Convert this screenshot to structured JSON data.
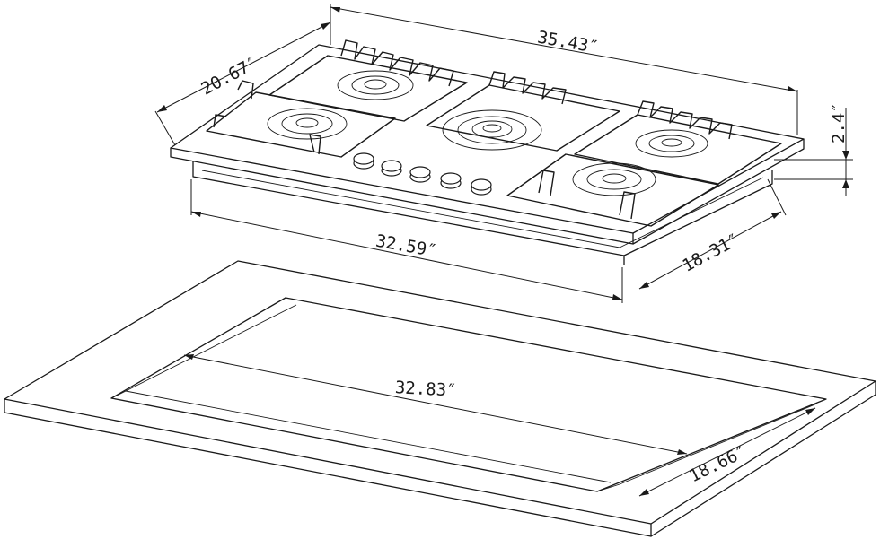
{
  "cooktop": {
    "dimensions": {
      "width_total": "35.43″",
      "depth_total": "20.67″",
      "height": "2.4″",
      "width_body": "32.59″",
      "depth_body": "18.31″"
    }
  },
  "cutout": {
    "dimensions": {
      "width": "32.83″",
      "depth": "18.66″"
    }
  },
  "knob_count": 5,
  "burner_count": 5
}
